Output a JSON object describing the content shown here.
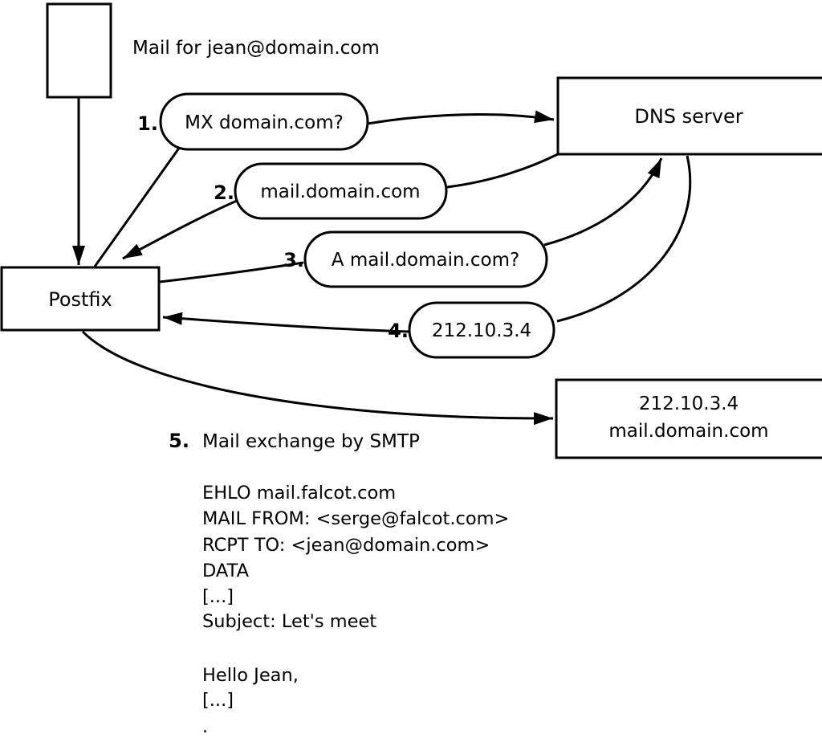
{
  "diagram": {
    "mail_note": "Mail for jean@domain.com",
    "nodes": {
      "mta": "Postfix",
      "dns": "DNS server",
      "target": {
        "line1": "212.10.3.4",
        "line2": "mail.domain.com"
      }
    },
    "steps": [
      {
        "num": "1.",
        "label": "MX domain.com?"
      },
      {
        "num": "2.",
        "label": "mail.domain.com"
      },
      {
        "num": "3.",
        "label": "A mail.domain.com?"
      },
      {
        "num": "4.",
        "label": "212.10.3.4"
      },
      {
        "num": "5.",
        "label": "Mail exchange by SMTP"
      }
    ],
    "smtp_session": [
      "EHLO mail.falcot.com",
      "MAIL FROM: <serge@falcot.com>",
      "RCPT TO: <jean@domain.com>",
      "DATA",
      "[...]",
      "Subject: Let's meet",
      "",
      "Hello Jean,",
      "[...]",
      "",
      "."
    ],
    "colors": {
      "stroke": "#000000",
      "fill": "#ffffff"
    }
  }
}
